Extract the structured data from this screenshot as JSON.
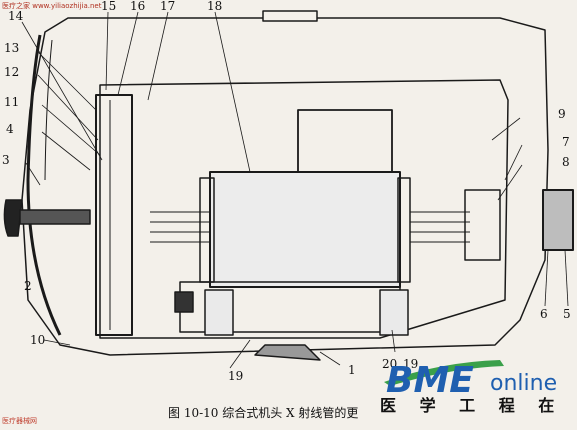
{
  "watermark_top": "医疗之家 www.yiliaozhijia.net",
  "watermark_bottom": "医疗器械网",
  "caption": "图 10-10   综合式机头 X 射线管的更",
  "brand_logo": {
    "main": "BME",
    "suffix": "online",
    "tagline": "医 学 工 程 在 线"
  },
  "callouts": [
    {
      "label": "14"
    },
    {
      "label": "15"
    },
    {
      "label": "16"
    },
    {
      "label": "17"
    },
    {
      "label": "18"
    },
    {
      "label": "13"
    },
    {
      "label": "12"
    },
    {
      "label": "11"
    },
    {
      "label": "4"
    },
    {
      "label": "3"
    },
    {
      "label": "2"
    },
    {
      "label": "10"
    },
    {
      "label": "19"
    },
    {
      "label": "1"
    },
    {
      "label": "20"
    },
    {
      "label": "19"
    },
    {
      "label": "9"
    },
    {
      "label": "7"
    },
    {
      "label": "8"
    },
    {
      "label": "6"
    },
    {
      "label": "5"
    }
  ],
  "colors": {
    "ink": "#1a1a1a",
    "paper": "#f3f0ea",
    "logo_blue": "#1f5fb0",
    "logo_green": "#3aa04a"
  }
}
